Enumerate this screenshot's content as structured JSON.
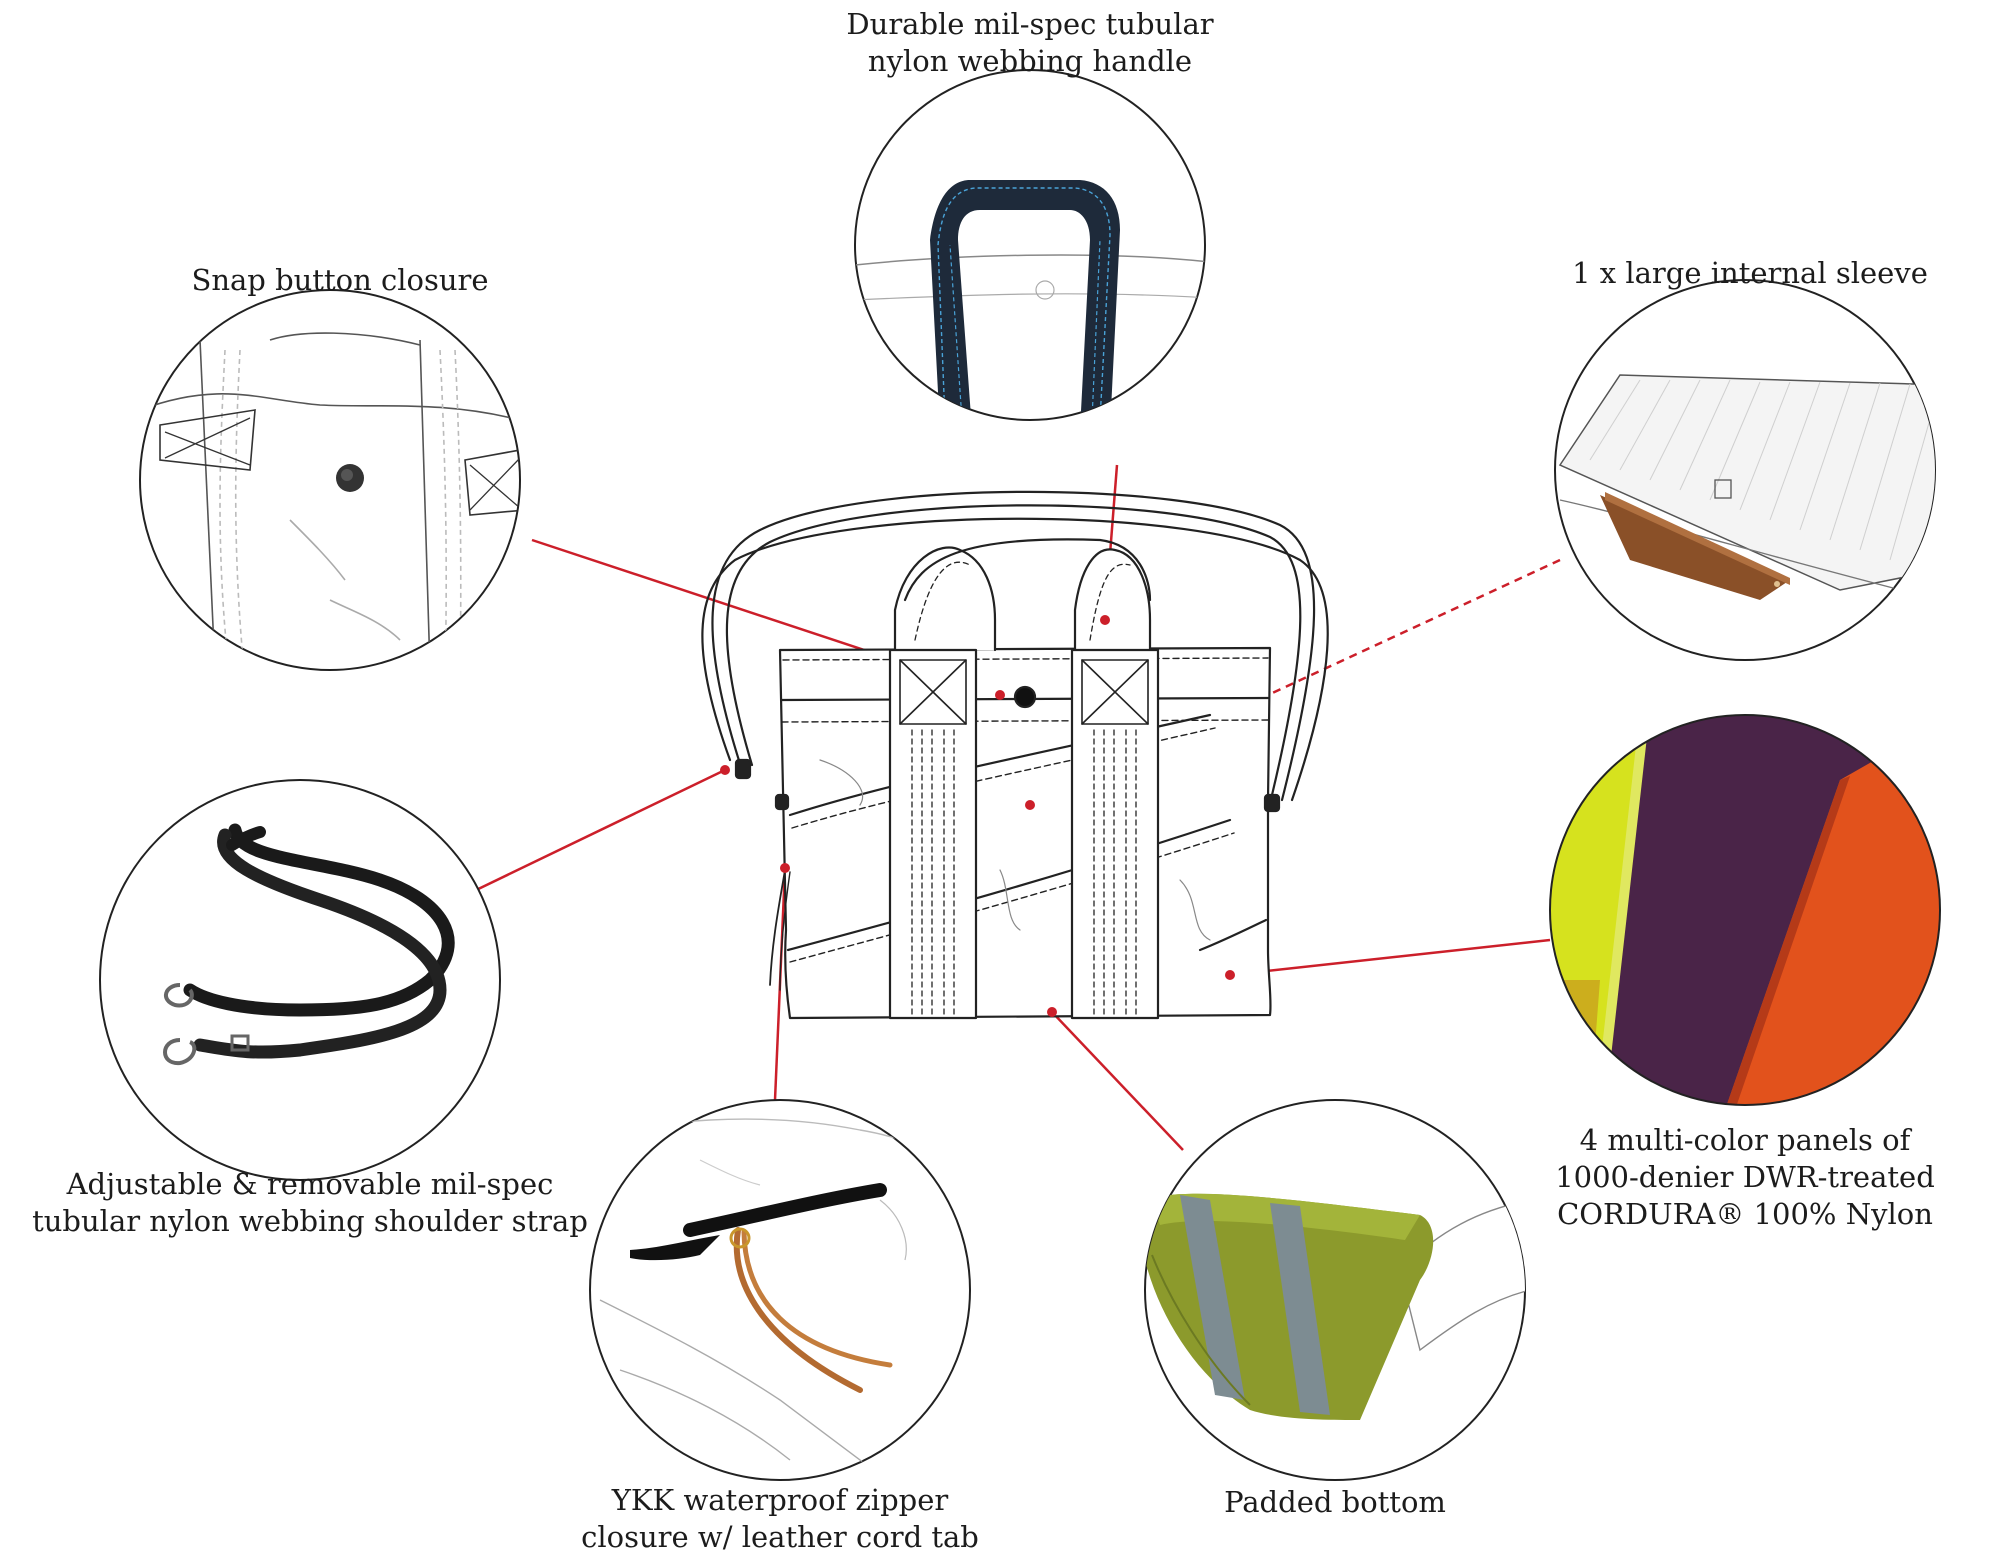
{
  "features": [
    {
      "id": "handle",
      "lines": [
        "Durable mil-spec tubular",
        "nylon webbing handle"
      ]
    },
    {
      "id": "snap",
      "lines": [
        "Snap button closure"
      ]
    },
    {
      "id": "sleeve",
      "lines": [
        "1 x large internal sleeve"
      ]
    },
    {
      "id": "strap",
      "lines": [
        "Adjustable & removable mil-spec",
        "tubular nylon webbing shoulder strap"
      ]
    },
    {
      "id": "panels",
      "lines": [
        "4 multi-color panels of",
        "1000-denier DWR-treated",
        "CORDURA® 100% Nylon"
      ]
    },
    {
      "id": "zipper",
      "lines": [
        "YKK waterproof zipper",
        "closure w/ leather cord tab"
      ]
    },
    {
      "id": "bottom",
      "lines": [
        "Padded bottom"
      ]
    }
  ],
  "colors": {
    "leader": "#cc1f2a",
    "outline": "#222222",
    "sketch": "#9a9a9a",
    "webbing": "#1e2a3a",
    "stitch": "#4aa3d8",
    "leather": "#8a5028",
    "panel_yellow": "#d6e21e",
    "panel_purple": "#4a2448",
    "panel_orange": "#e2521c",
    "padded_green": "#8c9a2c",
    "padded_band": "#7d8c92"
  }
}
